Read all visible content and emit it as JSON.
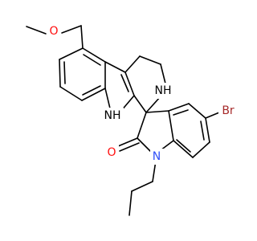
{
  "atoms": {
    "methoxy_o": {
      "label": "O",
      "color": "#ff0d0d"
    },
    "indole_nh": {
      "label": "NH",
      "color": "#000000"
    },
    "amine_nh": {
      "label": "NH",
      "color": "#000000"
    },
    "carbonyl_o": {
      "label": "O",
      "color": "#ff0d0d"
    },
    "lactam_n": {
      "label": "N",
      "color": "#3050f8"
    },
    "bromine": {
      "label": "Br",
      "color": "#a62929"
    }
  }
}
